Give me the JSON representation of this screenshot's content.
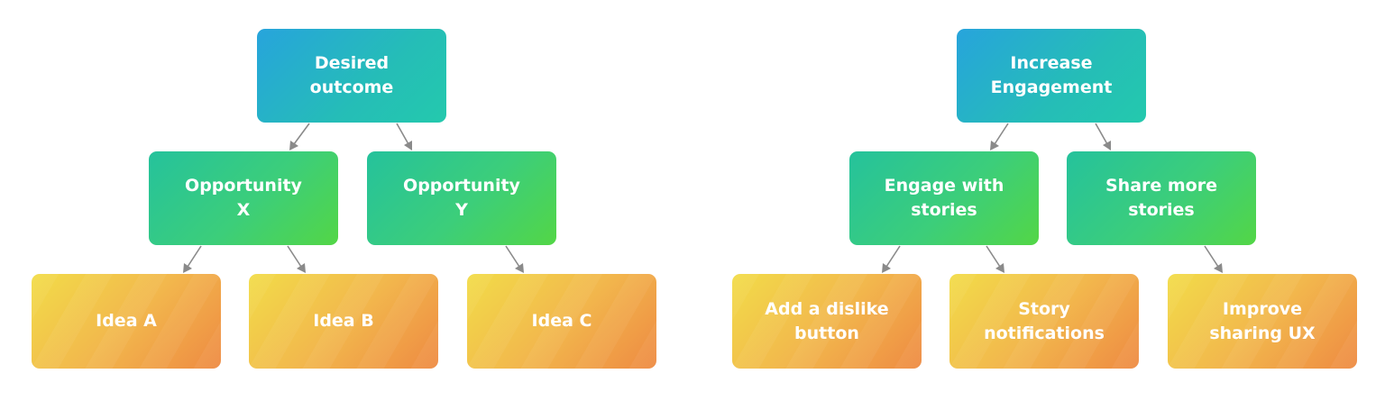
{
  "trees": [
    {
      "root": "Desired\noutcome",
      "opportunities": [
        {
          "label": "Opportunity\nX",
          "ideas": [
            "Idea A",
            "Idea B"
          ]
        },
        {
          "label": "Opportunity\nY",
          "ideas": [
            "Idea C"
          ]
        }
      ]
    },
    {
      "root": "Increase\nEngagement",
      "opportunities": [
        {
          "label": "Engage with\nstories",
          "ideas": [
            "Add a dislike\nbutton",
            "Story\nnotifications"
          ]
        },
        {
          "label": "Share more\nstories",
          "ideas": [
            "Improve\nsharing UX"
          ]
        }
      ]
    }
  ],
  "colors": {
    "root_gradient": [
      "#27a4dc",
      "#24c9ad"
    ],
    "opportunity_gradient": [
      "#25c29c",
      "#53d646"
    ],
    "idea_gradient": [
      "#f2dc48",
      "#ee8a42"
    ],
    "connector": "#8a8a8a",
    "text": "#ffffff"
  }
}
